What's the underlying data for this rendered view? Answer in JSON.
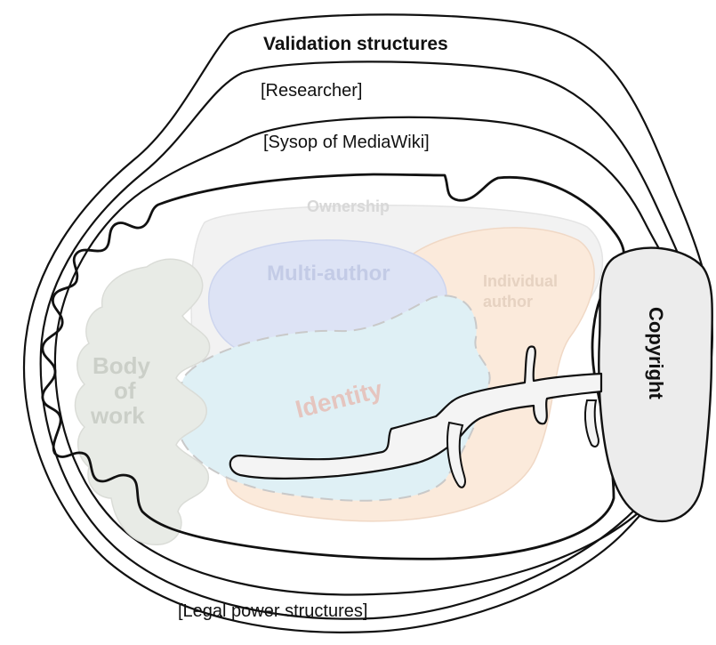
{
  "labels": {
    "validation": "Validation structures",
    "researcher": "[Researcher]",
    "sysop": "[Sysop of MediaWiki]",
    "legal": "[Legal power structures]",
    "ownership": "Ownership",
    "multi_author": "Multi-author",
    "individual_author_line1": "Individual",
    "individual_author_line2": "author",
    "body_line1": "Body",
    "body_line2": "of",
    "body_line3": "work",
    "identity": "Identity",
    "copyright": "Copyright"
  },
  "colors": {
    "outline": "#111111",
    "ownership_fill": "#f2f2f2",
    "multi_author_fill": "#dde3f5",
    "individual_author_fill": "#fbeadb",
    "body_of_work_fill": "#e8ebe6",
    "identity_fill": "#dff0f5",
    "copyright_fill": "#ececec",
    "faint_text": "#cfcfcf",
    "multi_author_text": "#c3cbe6",
    "individual_author_text": "#e6d2c1",
    "identity_text": "#e5c5bf"
  }
}
